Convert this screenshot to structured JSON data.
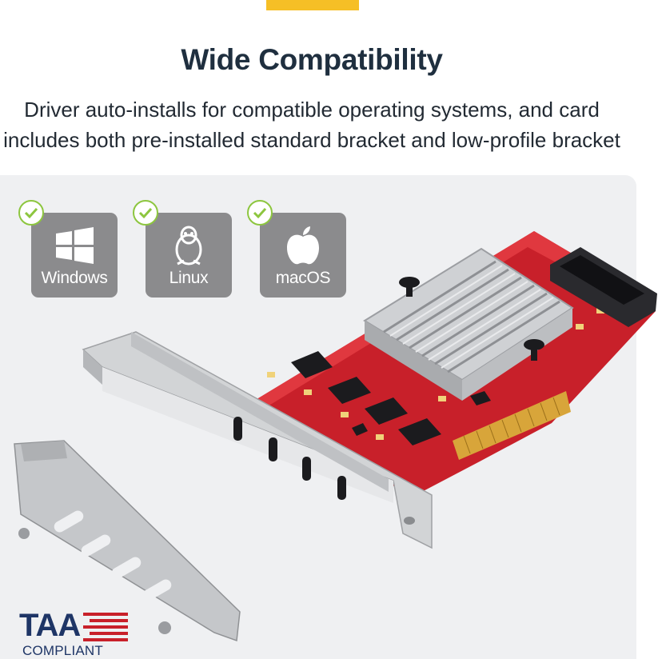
{
  "header": {
    "title": "Wide Compatibility",
    "subtitle_line1": "Driver auto-installs for compatible operating systems, and card",
    "subtitle_line2": "includes both pre-installed standard bracket and low-profile bracket"
  },
  "os_tiles": [
    {
      "label": "Windows",
      "icon": "windows-logo-icon"
    },
    {
      "label": "Linux",
      "icon": "linux-penguin-icon"
    },
    {
      "label": "macOS",
      "icon": "apple-logo-icon"
    }
  ],
  "badge": {
    "acronym": "TAA",
    "subtitle": "COMPLIANT"
  },
  "colors": {
    "accent": "#f6bf26",
    "headline": "#1f2f3f",
    "tile": "#8b8b8d",
    "check": "#8dc63f",
    "pcb": "#c8202a",
    "taa_blue": "#1e3566",
    "taa_red": "#c8202a"
  }
}
